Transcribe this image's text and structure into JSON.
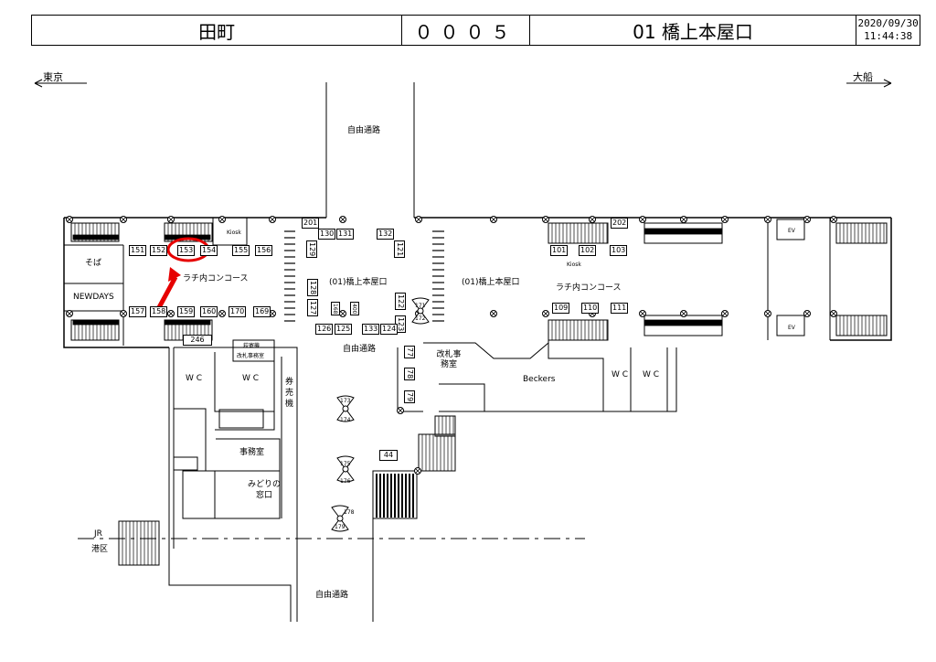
{
  "header": {
    "station": "田町",
    "code": "０００５",
    "exit": "01 橋上本屋口",
    "date": "2020/09/30",
    "time": "11:44:38"
  },
  "directions": {
    "left": "東京",
    "right": "大船"
  },
  "areas": {
    "free_passage_top": "自由通路",
    "free_passage_mid": "自由通路",
    "free_passage_bottom": "自由通路",
    "exit_label_left": "(01)橋上本屋口",
    "exit_label_right": "(01)橋上本屋口",
    "concourse_left": "ラチ内コンコース",
    "concourse_right": "ラチ内コンコース",
    "soba": "そば",
    "newdays": "NEWDAYS",
    "kiosk_left": "Kiosk",
    "kiosk_right": "Kiosk",
    "ticket_office_top": "荻寄機",
    "ticket_office_sub": "改札事務室",
    "wc1": "W C",
    "wc2": "W C",
    "wc3": "W C",
    "wc4": "W C",
    "ticket_machines": "券売機",
    "office": "事務室",
    "midori": "みどりの窓口",
    "gate_office": "改札事務室",
    "beckers": "Beckers",
    "ev1": "EV",
    "ev2": "EV",
    "jr_label": "JR",
    "ward_label": "港区"
  },
  "panels": {
    "row_top_left": [
      "151",
      "152",
      "153",
      "154",
      "155",
      "156"
    ],
    "row_bottom_left": [
      "157",
      "158",
      "159",
      "160",
      "170",
      "169"
    ],
    "bottom_246": "246",
    "top_center": [
      "201",
      "130",
      "131",
      "132"
    ],
    "vertical_center": [
      "129",
      "121",
      "128",
      "127",
      "122",
      "123"
    ],
    "vertical_small": [
      "168",
      "400"
    ],
    "bottom_center": [
      "126",
      "125",
      "133",
      "124"
    ],
    "gate_col": [
      "77",
      "78",
      "79"
    ],
    "box_44": "44",
    "right_top": [
      "202",
      "101",
      "102",
      "103"
    ],
    "right_bottom": [
      "109",
      "110",
      "111"
    ],
    "fans": [
      "171",
      "172",
      "173",
      "174",
      "175",
      "176",
      "178",
      "179"
    ]
  },
  "highlight": {
    "panel": "153",
    "color": "#e60000"
  }
}
